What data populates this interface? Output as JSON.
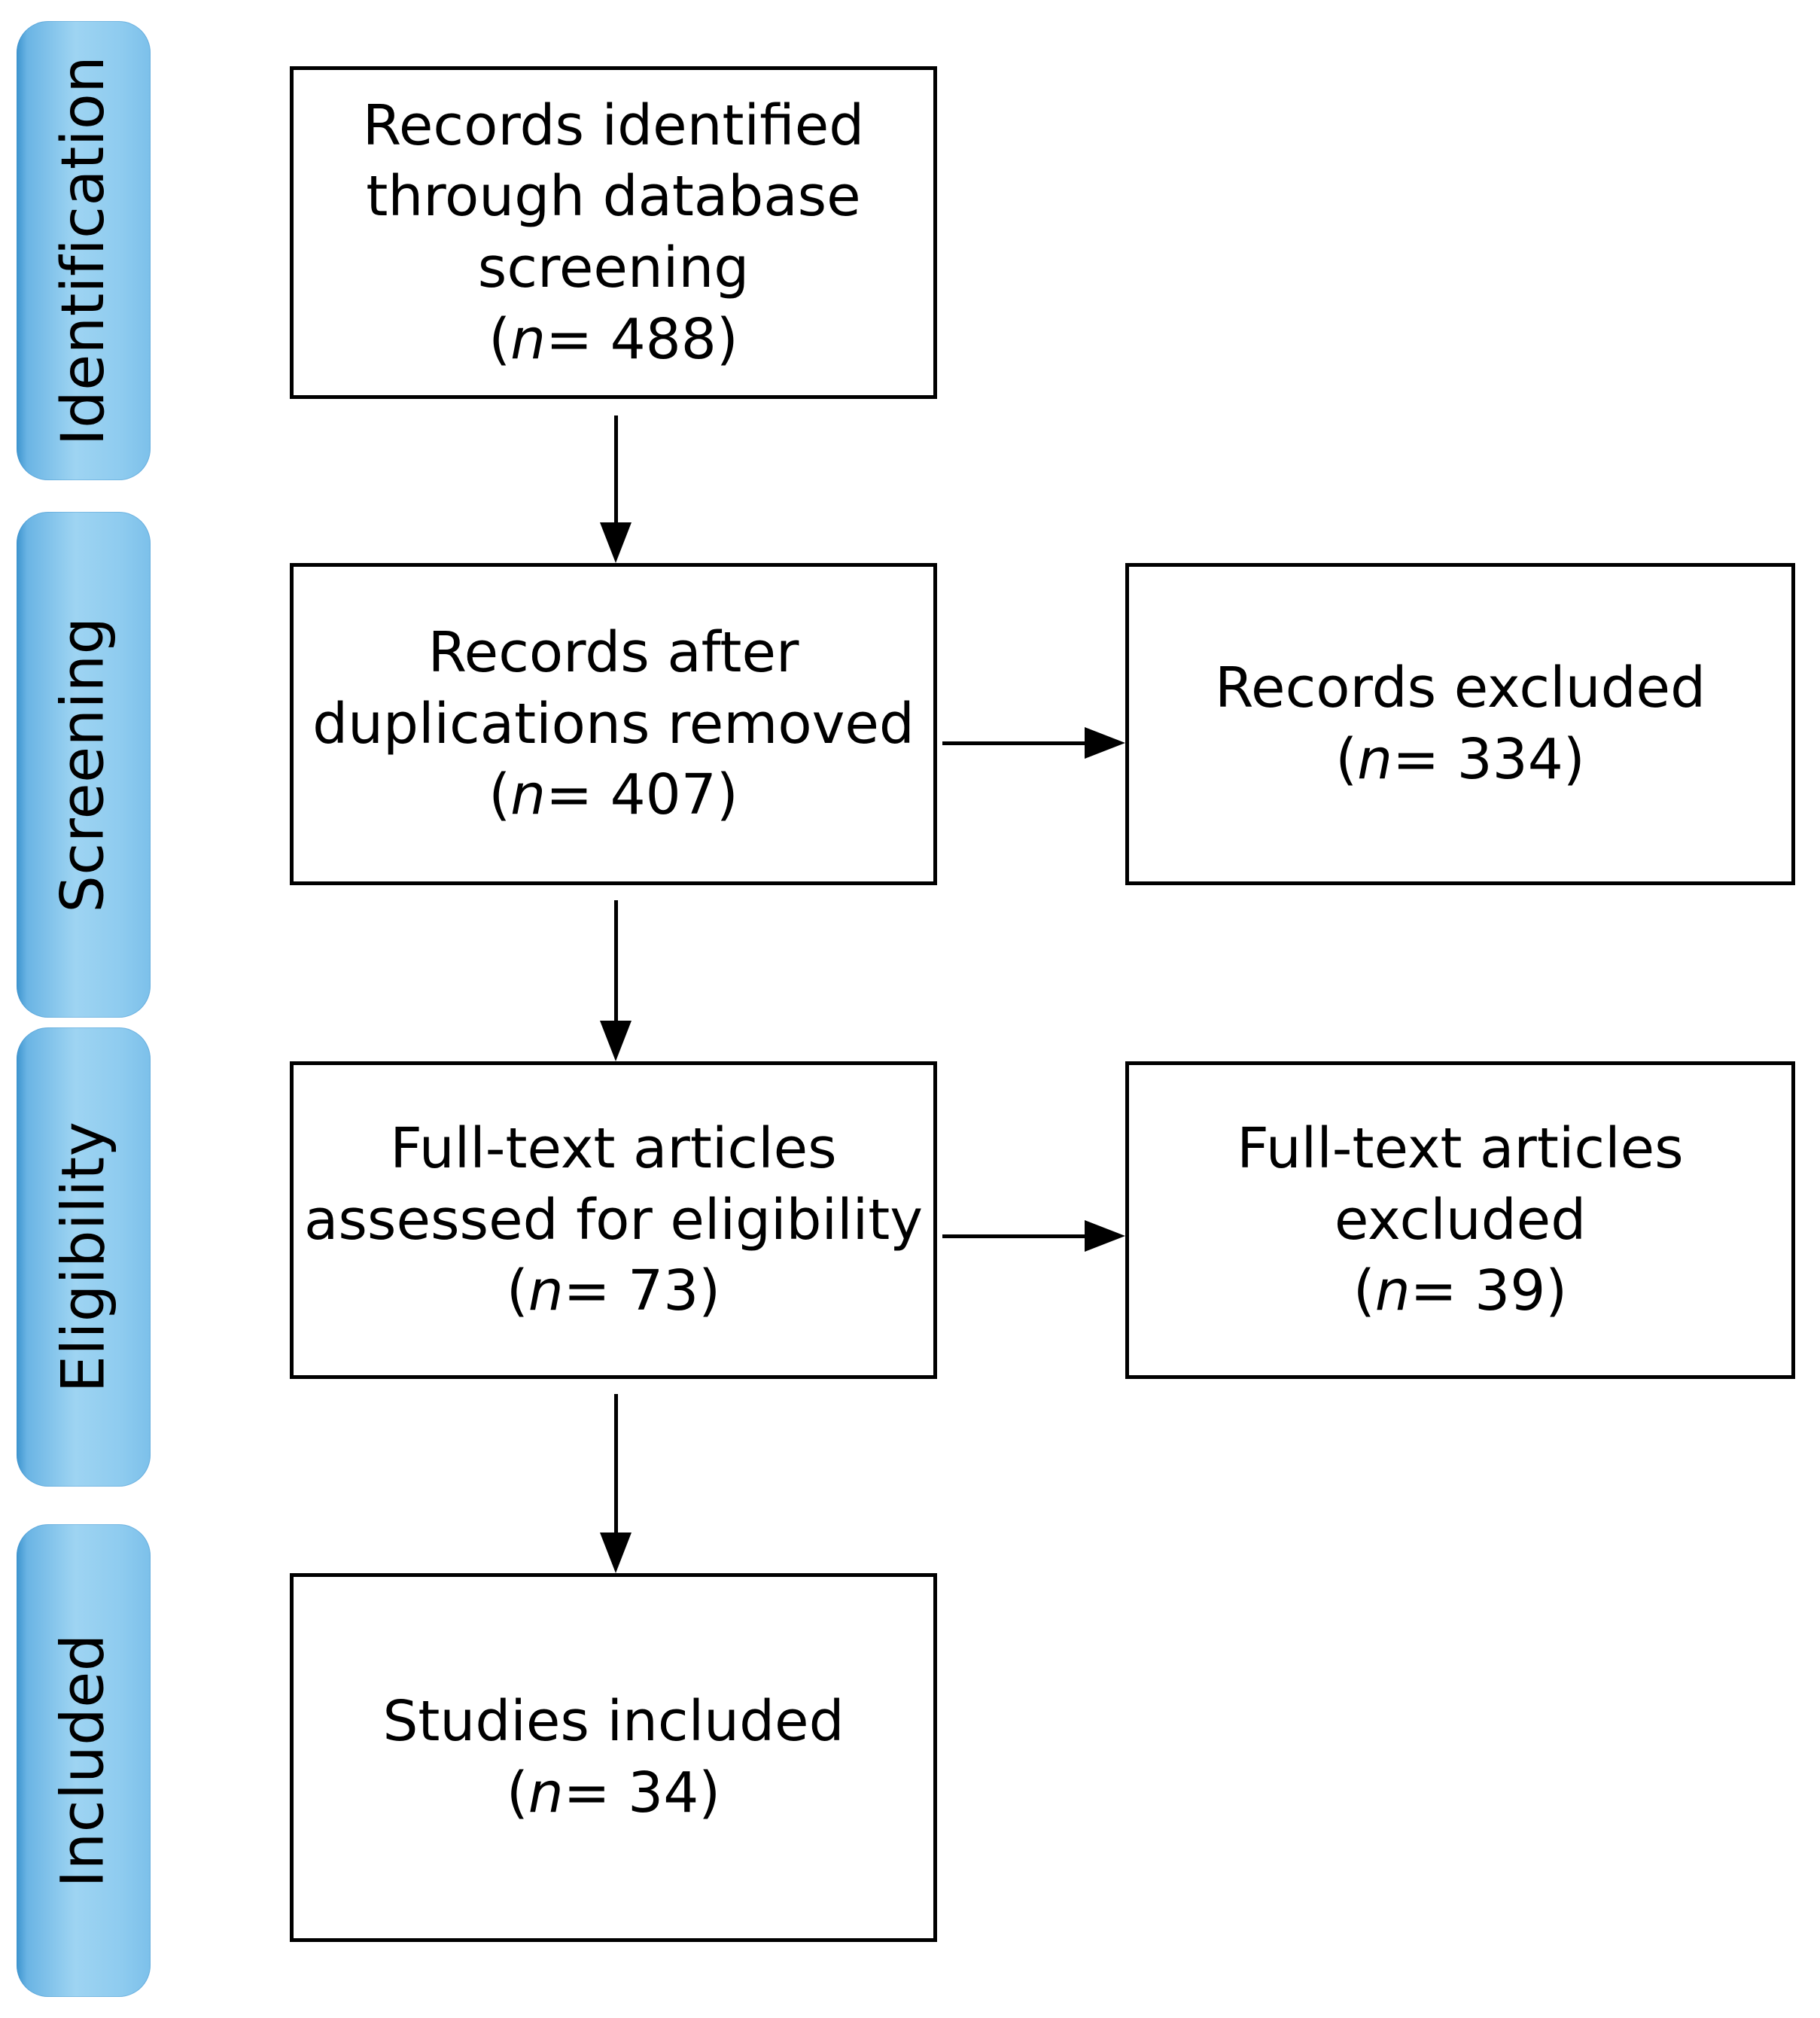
{
  "diagram": {
    "type": "prisma-flow-diagram",
    "colors": {
      "pill_gradient_dark": "#3d94ce",
      "pill_gradient_light": "#9ed4f2",
      "box_border": "#000000",
      "box_fill": "#ffffff",
      "text": "#000000",
      "arrow": "#000000"
    }
  },
  "stages": [
    {
      "id": "identification",
      "label": "Identification"
    },
    {
      "id": "screening",
      "label": "Screening"
    },
    {
      "id": "eligibility",
      "label": "Eligibility"
    },
    {
      "id": "included",
      "label": "Included"
    }
  ],
  "boxes": {
    "identified": {
      "line1": "Records identified",
      "line2": "through database",
      "line3": "screening",
      "n_prefix": "(",
      "n_var": "n",
      "n_eq": "= 488)",
      "count": 488
    },
    "after_duplicates": {
      "line1": "Records after",
      "line2": "duplications removed",
      "n_prefix": "(",
      "n_var": "n",
      "n_eq": "= 407)",
      "count": 407
    },
    "records_excluded": {
      "line1": "Records excluded",
      "n_prefix": "(",
      "n_var": "n",
      "n_eq": "= 334)",
      "count": 334
    },
    "fulltext_assessed": {
      "line1": "Full-text articles",
      "line2": "assessed for eligibility",
      "n_prefix": "(",
      "n_var": "n",
      "n_eq": "= 73)",
      "count": 73
    },
    "fulltext_excluded": {
      "line1": "Full-text articles",
      "line2": "excluded",
      "n_prefix": "(",
      "n_var": "n",
      "n_eq": "= 39)",
      "count": 39
    },
    "studies_included": {
      "line1": "Studies included",
      "n_prefix": "(",
      "n_var": "n",
      "n_eq": "= 34)",
      "count": 34
    }
  },
  "flow": [
    {
      "from": "identified",
      "to": "after_duplicates",
      "direction": "down"
    },
    {
      "from": "after_duplicates",
      "to": "records_excluded",
      "direction": "right"
    },
    {
      "from": "after_duplicates",
      "to": "fulltext_assessed",
      "direction": "down"
    },
    {
      "from": "fulltext_assessed",
      "to": "fulltext_excluded",
      "direction": "right"
    },
    {
      "from": "fulltext_assessed",
      "to": "studies_included",
      "direction": "down"
    }
  ]
}
